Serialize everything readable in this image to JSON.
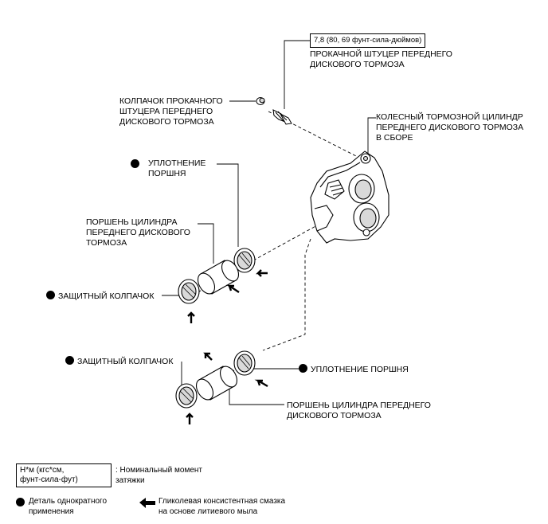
{
  "torque_spec": "7,8 (80, 69 фунт-сила-дюймов)",
  "labels": {
    "bleeder_plug": [
      "ПРОКАЧНОЙ ШТУЦЕР ПЕРЕДНЕГО",
      "ДИСКОВОГО ТОРМОЗА"
    ],
    "bleeder_cap": [
      "КОЛПАЧОК ПРОКАЧНОГО",
      "ШТУЦЕРА ПЕРЕДНЕГО",
      "ДИСКОВОГО ТОРМОЗА"
    ],
    "cylinder_assy": [
      "КОЛЕСНЫЙ ТОРМОЗНОЙ ЦИЛИНДР",
      "ПЕРЕДНЕГО ДИСКОВОГО ТОРМОЗА",
      "В СБОРЕ"
    ],
    "piston_seal_upper": [
      "УПЛОТНЕНИЕ",
      "ПОРШНЯ"
    ],
    "piston_upper": [
      "ПОРШЕНЬ ЦИЛИНДРА",
      "ПЕРЕДНЕГО ДИСКОВОГО",
      "ТОРМОЗА"
    ],
    "boot_upper": "ЗАЩИТНЫЙ КОЛПАЧОК",
    "boot_lower": "ЗАЩИТНЫЙ КОЛПАЧОК",
    "piston_seal_lower": "УПЛОТНЕНИЕ ПОРШНЯ",
    "piston_lower": [
      "ПОРШЕНЬ ЦИЛИНДРА ПЕРЕДНЕГО",
      "ДИСКОВОГО ТОРМОЗА"
    ]
  },
  "legend": {
    "torque_box": [
      "Н*м (кгс*см,",
      "фунт-сила-фут)"
    ],
    "torque_desc": [
      ": Номинальный момент",
      "затяжки"
    ],
    "non_reusable": [
      "Деталь однократного",
      "применения"
    ],
    "grease": [
      "Гликолевая консистентная смазка",
      "на основе литиевого мыла"
    ]
  },
  "colors": {
    "ink": "#000000",
    "paper": "#ffffff",
    "shade": "#d9d9d9"
  },
  "icons": {
    "non_reusable": "filled-circle",
    "grease": "left-arrow"
  }
}
